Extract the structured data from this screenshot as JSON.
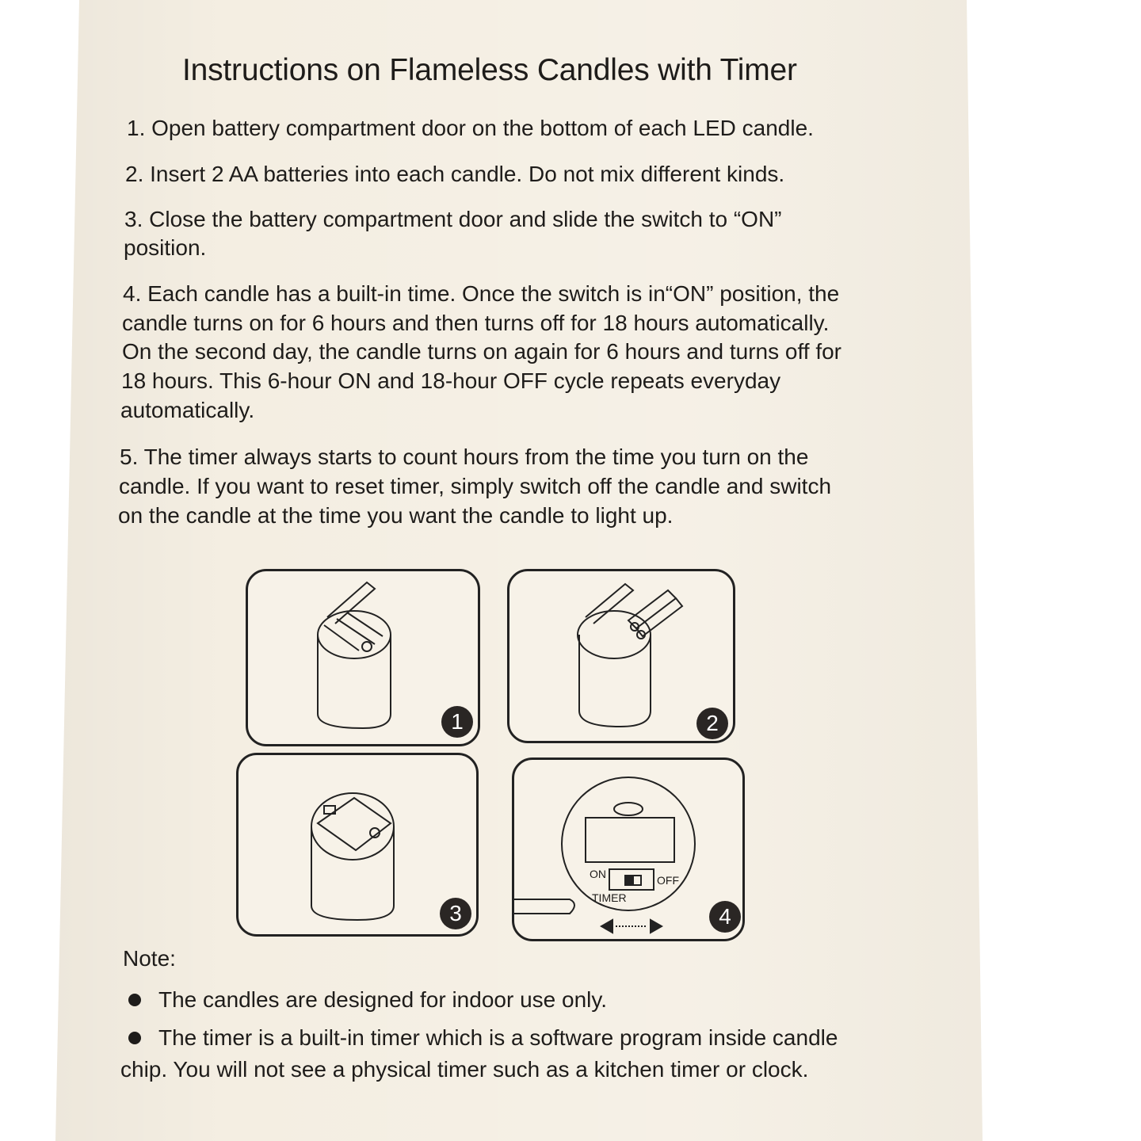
{
  "title": "Instructions on Flameless Candles with Timer",
  "steps": [
    {
      "lines": [
        "1. Open battery compartment door on the bottom of each LED candle."
      ]
    },
    {
      "lines": [
        "2. Insert 2 AA batteries into each candle.  Do not mix different kinds."
      ]
    },
    {
      "lines": [
        "3. Close the battery compartment door and slide the switch to “ON”",
        "position."
      ]
    },
    {
      "lines": [
        "4. Each candle has a built-in time.  Once the switch is in“ON” position, the",
        "candle turns on for 6 hours and then turns off for 18 hours automatically.",
        "On the second day, the candle turns on again for 6 hours and turns off for",
        "18 hours. This 6-hour ON and 18-hour OFF cycle repeats everyday",
        "automatically."
      ]
    },
    {
      "lines": [
        "5. The timer always starts to count hours from the time you turn on the",
        "candle.  If you want to reset timer, simply switch off the candle and switch",
        "on the candle at the time you want the candle to light up."
      ]
    }
  ],
  "figures": {
    "numbers": [
      "1",
      "2",
      "3",
      "4"
    ],
    "switch": {
      "on": "ON",
      "off": "OFF",
      "timer": "TIMER"
    }
  },
  "note": {
    "label": "Note:",
    "bullets": [
      {
        "lines": [
          "The candles are designed for indoor use only."
        ]
      },
      {
        "lines": [
          "The timer is a built-in timer which is a software program inside candle",
          "chip. You will not see a physical timer such as a kitchen timer or clock."
        ]
      }
    ]
  }
}
